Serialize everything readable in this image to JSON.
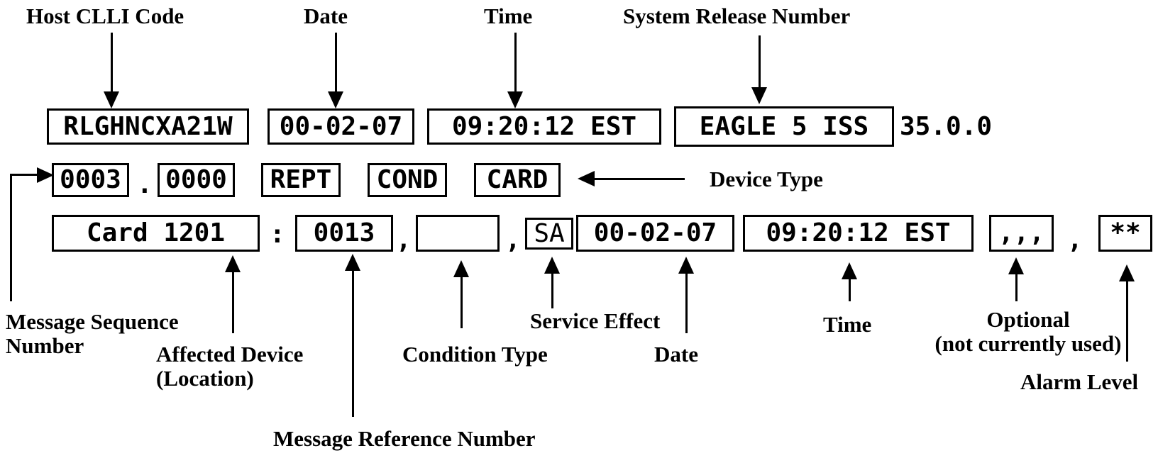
{
  "labels": {
    "host_clli": "Host CLLI Code",
    "date_top": "Date",
    "time_top": "Time",
    "system_release": "System Release Number",
    "device_type": "Device Type",
    "message_sequence_1": "Message Sequence",
    "message_sequence_2": "Number",
    "affected_device_1": "Affected Device",
    "affected_device_2": "(Location)",
    "message_reference": "Message Reference Number",
    "condition_type": "Condition Type",
    "service_effect": "Service Effect",
    "date_bottom": "Date",
    "time_bottom": "Time",
    "optional_1": "Optional",
    "optional_2": "(not currently used)",
    "alarm_level": "Alarm Level"
  },
  "fields": {
    "host_clli": "RLGHNCXA21W",
    "date1": "00-02-07",
    "time1": "09:20:12 EST",
    "system": "EAGLE 5 ISS",
    "release": "35.0.0",
    "seq_major": "0003",
    "seq_minor": "0000",
    "rept": "REPT",
    "cond": "COND",
    "card": "CARD",
    "affected_device": "Card 1201",
    "msg_ref": "0013",
    "condition_type": "",
    "service_effect": "SA",
    "date2": "00-02-07",
    "time2": "09:20:12 EST",
    "optional": ",,,",
    "alarm": "**"
  },
  "punct": {
    "dot": ".",
    "colon": ":",
    "comma": ","
  },
  "colors": {
    "ink": "#000000",
    "background": "#ffffff"
  }
}
